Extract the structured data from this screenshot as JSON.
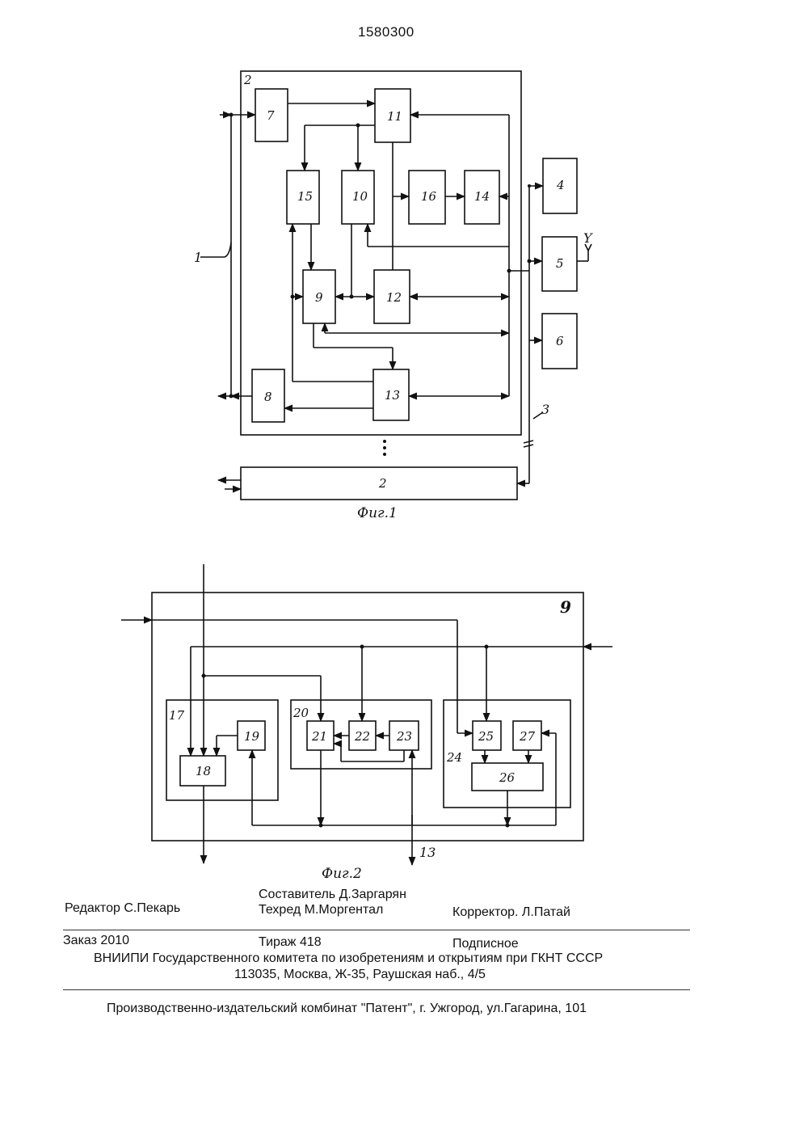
{
  "header": {
    "patent_number": "1580300"
  },
  "figure1": {
    "caption": "Фиг.1",
    "blocks": [
      "2",
      "7",
      "11",
      "15",
      "10",
      "16",
      "14",
      "9",
      "12",
      "13",
      "8",
      "4",
      "5",
      "6",
      "2"
    ],
    "labels": {
      "bus1": "1",
      "bus3": "3",
      "out_y": "Y"
    }
  },
  "figure2": {
    "caption": "Фиг.2",
    "title": "9",
    "groups": [
      "17",
      "20",
      "24"
    ],
    "blocks": [
      "18",
      "19",
      "21",
      "22",
      "23",
      "25",
      "27",
      "26"
    ],
    "labels": {
      "bus13": "13"
    }
  },
  "footer": {
    "editor": "Редактор С.Пекарь",
    "compiler": "Составитель Д.Заргарян",
    "techred": "Техред М.Моргентал",
    "corrector": "Корректор. Л.Патай",
    "order": "Заказ 2010",
    "print_run": "Тираж 418",
    "subscription": "Подписное",
    "institute": "ВНИИПИ Государственного комитета по изобретениям и открытиям при ГКНТ СССР",
    "address": "113035, Москва, Ж-35, Раушская наб., 4/5",
    "publisher": "Производственно-издательский комбинат \"Патент\", г. Ужгород, ул.Гагарина, 101"
  }
}
